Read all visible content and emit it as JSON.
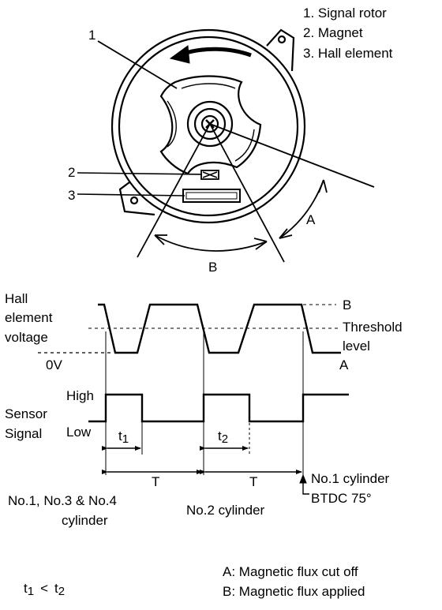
{
  "legend": {
    "item1": "1.  Signal rotor",
    "item2": "2.  Magnet",
    "item3": "3.  Hall element"
  },
  "callouts": {
    "c1": "1",
    "c2": "2",
    "c3": "3",
    "angle_a": "A",
    "angle_b": "B"
  },
  "waveform": {
    "hall_label_1": "Hall",
    "hall_label_2": "element",
    "hall_label_3": "voltage",
    "zero_volt": "0V",
    "level_b": "B",
    "threshold_1": "Threshold",
    "threshold_2": "level",
    "level_a": "A",
    "high": "High",
    "sensor_1": "Sensor",
    "sensor_2": "Signal",
    "low": "Low",
    "t1": "t",
    "t1_sub": "1",
    "t2": "t",
    "t2_sub": "2",
    "period_1": "T",
    "period_2": "T",
    "no1_cyl": "No.1 cylinder",
    "btdc": "BTDC 75°"
  },
  "captions": {
    "group_a_1": "No.1, No.3 & No.4",
    "group_a_2": "cylinder",
    "group_b": "No.2 cylinder",
    "relation_t": "t",
    "relation_sub1": "1",
    "relation_lt": "<",
    "relation_t2": "t",
    "relation_sub2": "2",
    "note_a": "A: Magnetic flux cut off",
    "note_b": "B: Magnetic flux applied"
  }
}
